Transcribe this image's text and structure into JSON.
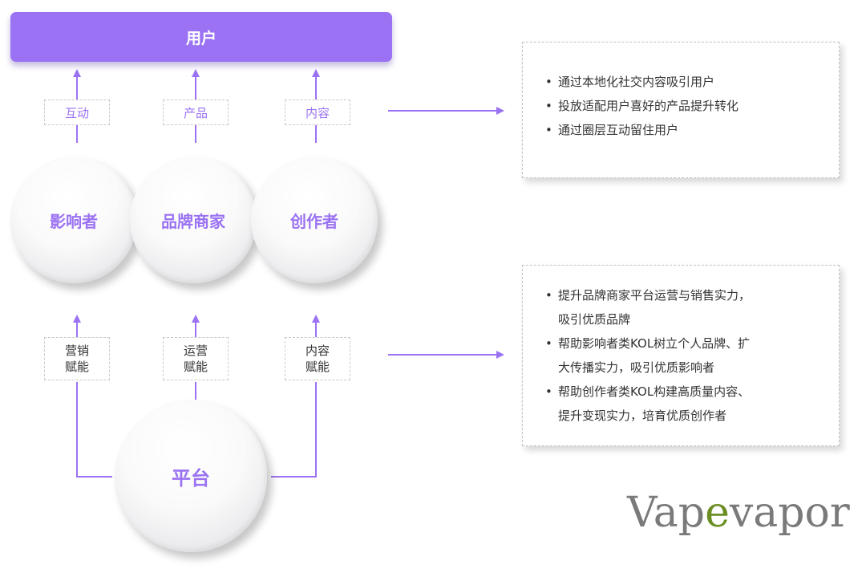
{
  "top": {
    "label": "用户"
  },
  "upper_labels": [
    "互动",
    "产品",
    "内容"
  ],
  "circles": [
    "影响者",
    "品牌商家",
    "创作者"
  ],
  "lower_labels": [
    [
      "营销",
      "赋能"
    ],
    [
      "运营",
      "赋能"
    ],
    [
      "内容",
      "赋能"
    ]
  ],
  "platform": {
    "label": "平台"
  },
  "panel_top": {
    "items": [
      "通过本地化社交内容吸引用户",
      "投放适配用户喜好的产品提升转化",
      "通过圈层互动留住用户"
    ]
  },
  "panel_bottom": {
    "items": [
      [
        "提升品牌商家平台运营与销售实力，",
        "吸引优质品牌"
      ],
      [
        "帮助影响者类KOL树立个人品牌、扩",
        "大传播实力，吸引优质影响者"
      ],
      [
        "帮助创作者类KOL构建高质量内容、",
        "提升变现实力，培育优质创作者"
      ]
    ]
  },
  "watermark": {
    "pre": "Vap",
    "mid": "e",
    "post": "vapor"
  },
  "colors": {
    "accent": "#9a72f3",
    "text": "#333333",
    "border": "#c9c9c9"
  }
}
